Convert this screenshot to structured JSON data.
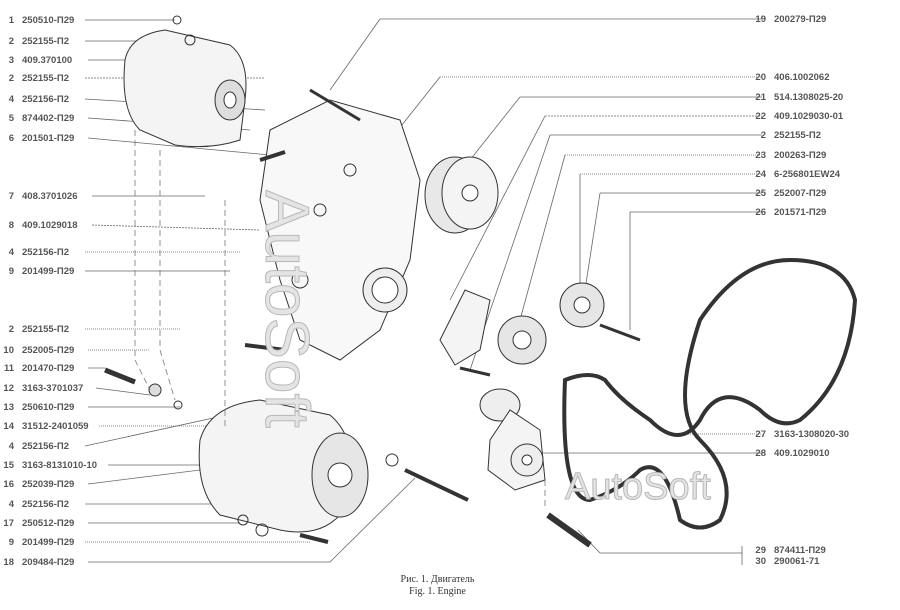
{
  "left_callouts": [
    {
      "num": "1",
      "code": "250510-П29"
    },
    {
      "num": "2",
      "code": "252155-П2"
    },
    {
      "num": "3",
      "code": "409.370100"
    },
    {
      "num": "2",
      "code": "252155-П2"
    },
    {
      "num": "4",
      "code": "252156-П2"
    },
    {
      "num": "5",
      "code": "874402-П29"
    },
    {
      "num": "6",
      "code": "201501-П29"
    },
    {
      "num": "7",
      "code": "408.3701026"
    },
    {
      "num": "8",
      "code": "409.1029018"
    },
    {
      "num": "4",
      "code": "252156-П2"
    },
    {
      "num": "9",
      "code": "201499-П29"
    },
    {
      "num": "2",
      "code": "252155-П2"
    },
    {
      "num": "10",
      "code": "252005-П29"
    },
    {
      "num": "11",
      "code": "201470-П29"
    },
    {
      "num": "12",
      "code": "3163-3701037"
    },
    {
      "num": "13",
      "code": "250610-П29"
    },
    {
      "num": "14",
      "code": "31512-2401059"
    },
    {
      "num": "4",
      "code": "252156-П2"
    },
    {
      "num": "15",
      "code": "3163-8131010-10"
    },
    {
      "num": "16",
      "code": "252039-П29"
    },
    {
      "num": "4",
      "code": "252156-П2"
    },
    {
      "num": "17",
      "code": "250512-П29"
    },
    {
      "num": "9",
      "code": "201499-П29"
    },
    {
      "num": "18",
      "code": "209484-П29"
    }
  ],
  "right_callouts": [
    {
      "num": "19",
      "code": "200279-П29"
    },
    {
      "num": "20",
      "code": "406.1002062"
    },
    {
      "num": "21",
      "code": "514.1308025-20"
    },
    {
      "num": "22",
      "code": "409.1029030-01"
    },
    {
      "num": "2",
      "code": "252155-П2"
    },
    {
      "num": "23",
      "code": "200263-П29"
    },
    {
      "num": "24",
      "code": "6-256801EW24"
    },
    {
      "num": "25",
      "code": "252007-П29"
    },
    {
      "num": "26",
      "code": "201571-П29"
    },
    {
      "num": "27",
      "code": "3163-1308020-30"
    },
    {
      "num": "28",
      "code": "409.1029010"
    },
    {
      "num": "29",
      "code": "874411-П29"
    },
    {
      "num": "30",
      "code": "290061-71"
    }
  ],
  "caption": {
    "ru": "Рис. 1. Двигатель",
    "en": "Fig. 1. Engine"
  },
  "watermark": {
    "large": "AutoSoft",
    "small": "AutoSoft"
  }
}
